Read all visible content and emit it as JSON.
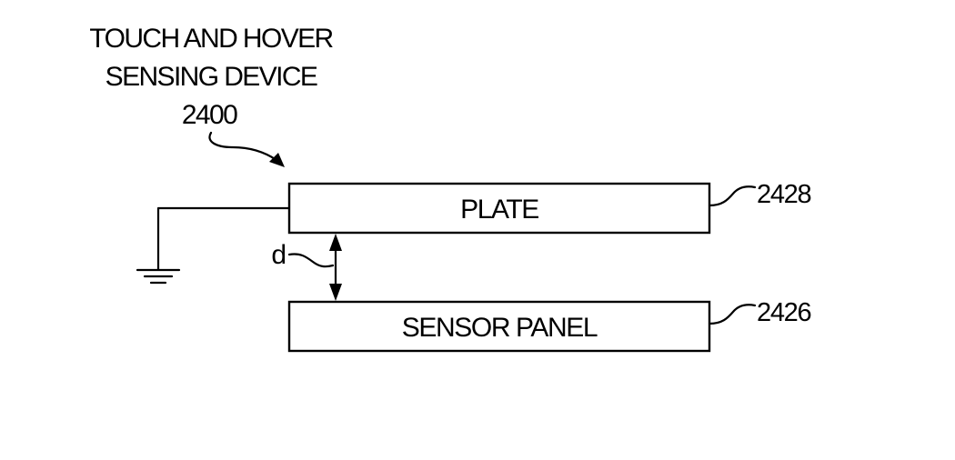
{
  "device": {
    "title_line1": "TOUCH AND HOVER",
    "title_line2": "SENSING DEVICE",
    "number": "2400"
  },
  "plate": {
    "label": "PLATE",
    "ref": "2428"
  },
  "sensor_panel": {
    "label": "SENSOR PANEL",
    "ref": "2426"
  },
  "distance": {
    "label": "d"
  },
  "colors": {
    "ink": "#000000",
    "background": "#ffffff"
  }
}
